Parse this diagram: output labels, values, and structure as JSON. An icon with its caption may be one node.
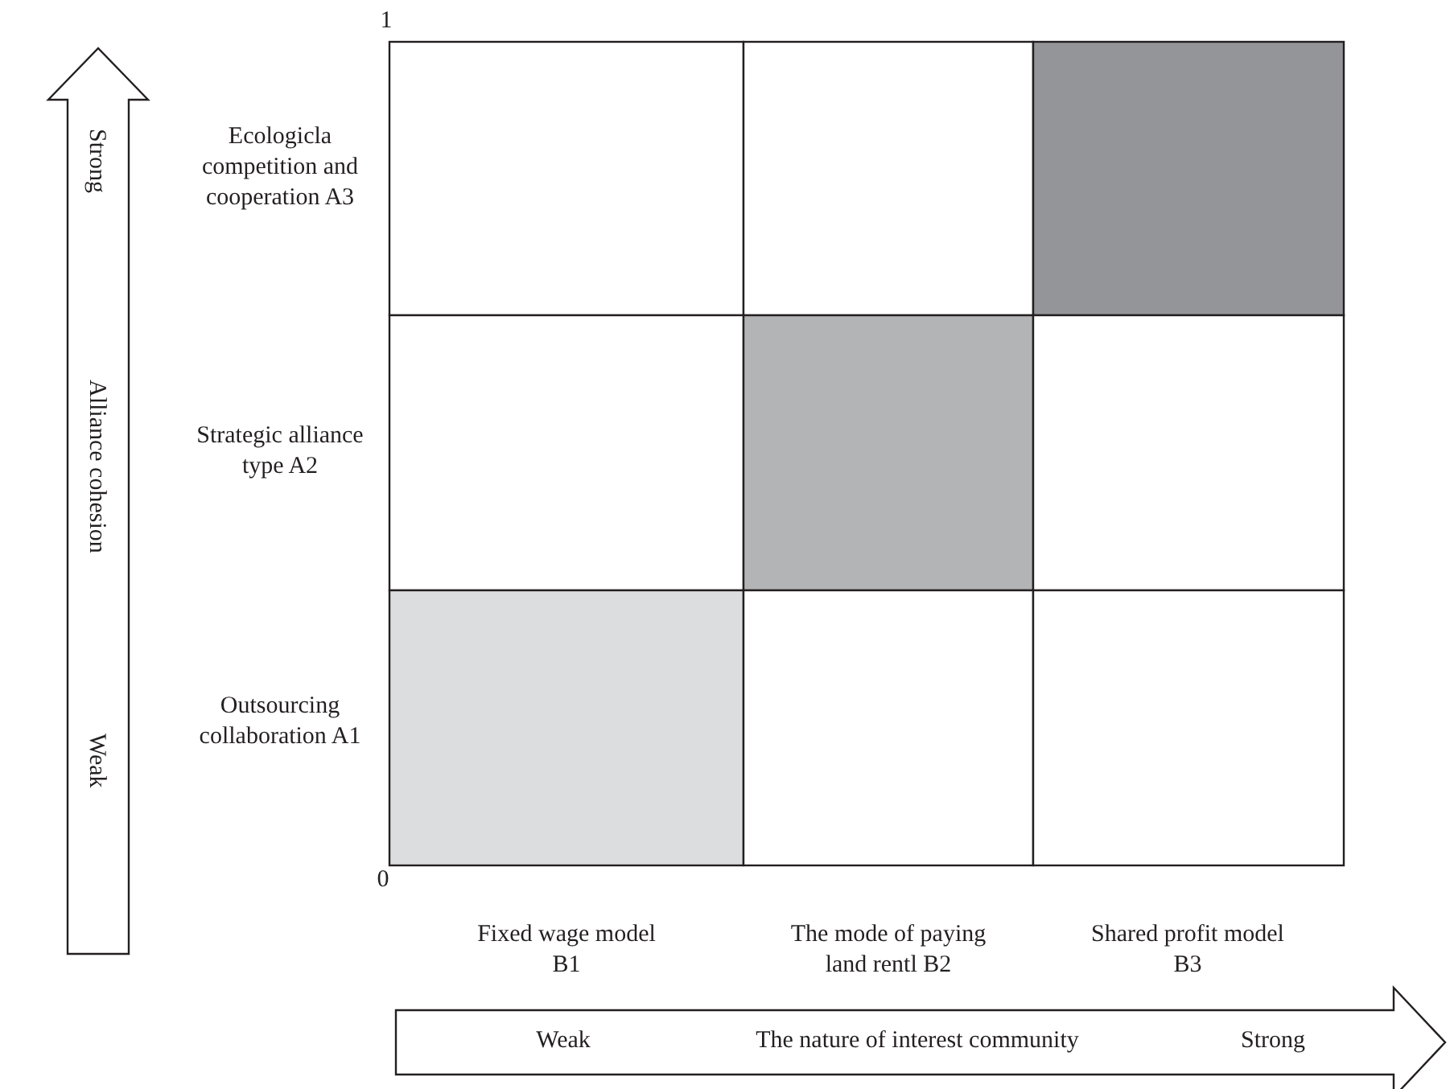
{
  "diagram": {
    "labels": [
      "1",
      "Strong",
      "Ecologicla competition and cooperation A3",
      "Alliance cohesion",
      "Strategic alliance type A2",
      "Weak",
      "Outsourcing collaboration A1",
      "0",
      "Fixed wage model B1",
      "The mode of paying land rentl B2",
      "Shared profit model B3",
      "Weak",
      "The nature of interest community",
      "Strong"
    ]
  }
}
